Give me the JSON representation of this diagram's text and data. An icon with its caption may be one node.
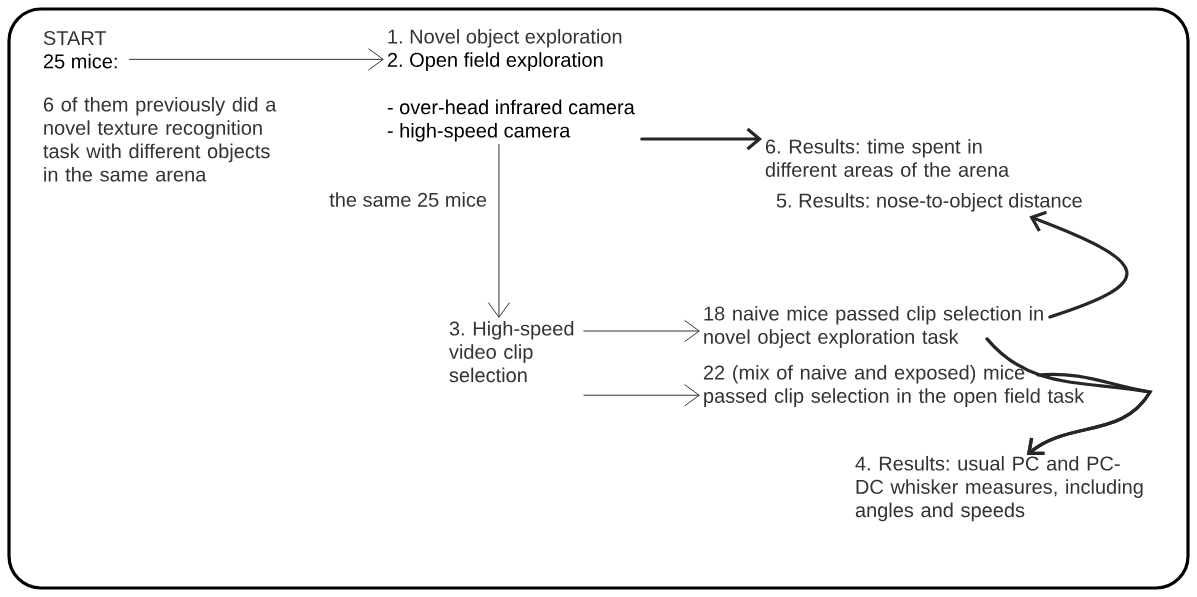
{
  "diagram": {
    "nodes": [
      {
        "text": [
          "START",
          "25 mice:"
        ],
        "beside": [
          "6 of them previously did a novel texture recognition task with different objects in the same arena"
        ]
      },
      {
        "text": [
          "1. Novel object exploration",
          "2. Open field exploration",
          "- over-head infrared camera",
          "- high-speed camera"
        ]
      },
      {
        "text": [
          "6. Results: time spent in different areas of the arena"
        ]
      },
      {
        "text": [
          "5. Results: nose-to-object distance"
        ]
      },
      {
        "text": [
          "3. High-speed video clip selection"
        ]
      },
      {
        "text": [
          "18 naive mice passed clip selection in novel object exploration task"
        ]
      },
      {
        "text": [
          "22 (mix of naive and exposed) mice passed clip selection in the open field task"
        ]
      },
      {
        "text": [
          "4. Results: usual PC and PC-DC whisker measures, including angles and speeds"
        ]
      }
    ],
    "edges": [
      {
        "from": 0,
        "to": 1,
        "arrow": "to"
      },
      {
        "from": 1,
        "to": 2,
        "arrow": "to",
        "style": "thick"
      },
      {
        "from": 1,
        "to": 4,
        "arrow": "to",
        "label": "the same 25 mice"
      },
      {
        "from": 4,
        "to": 5,
        "arrow": "to"
      },
      {
        "from": 4,
        "to": 6,
        "arrow": "to"
      },
      {
        "from": 5,
        "to": 3,
        "arrow": "to",
        "style": "thick"
      },
      {
        "from": 5,
        "to": 7,
        "arrow": "to",
        "style": "thick"
      },
      {
        "from": 6,
        "to": 7,
        "arrow": "to",
        "style": "thick"
      }
    ]
  }
}
